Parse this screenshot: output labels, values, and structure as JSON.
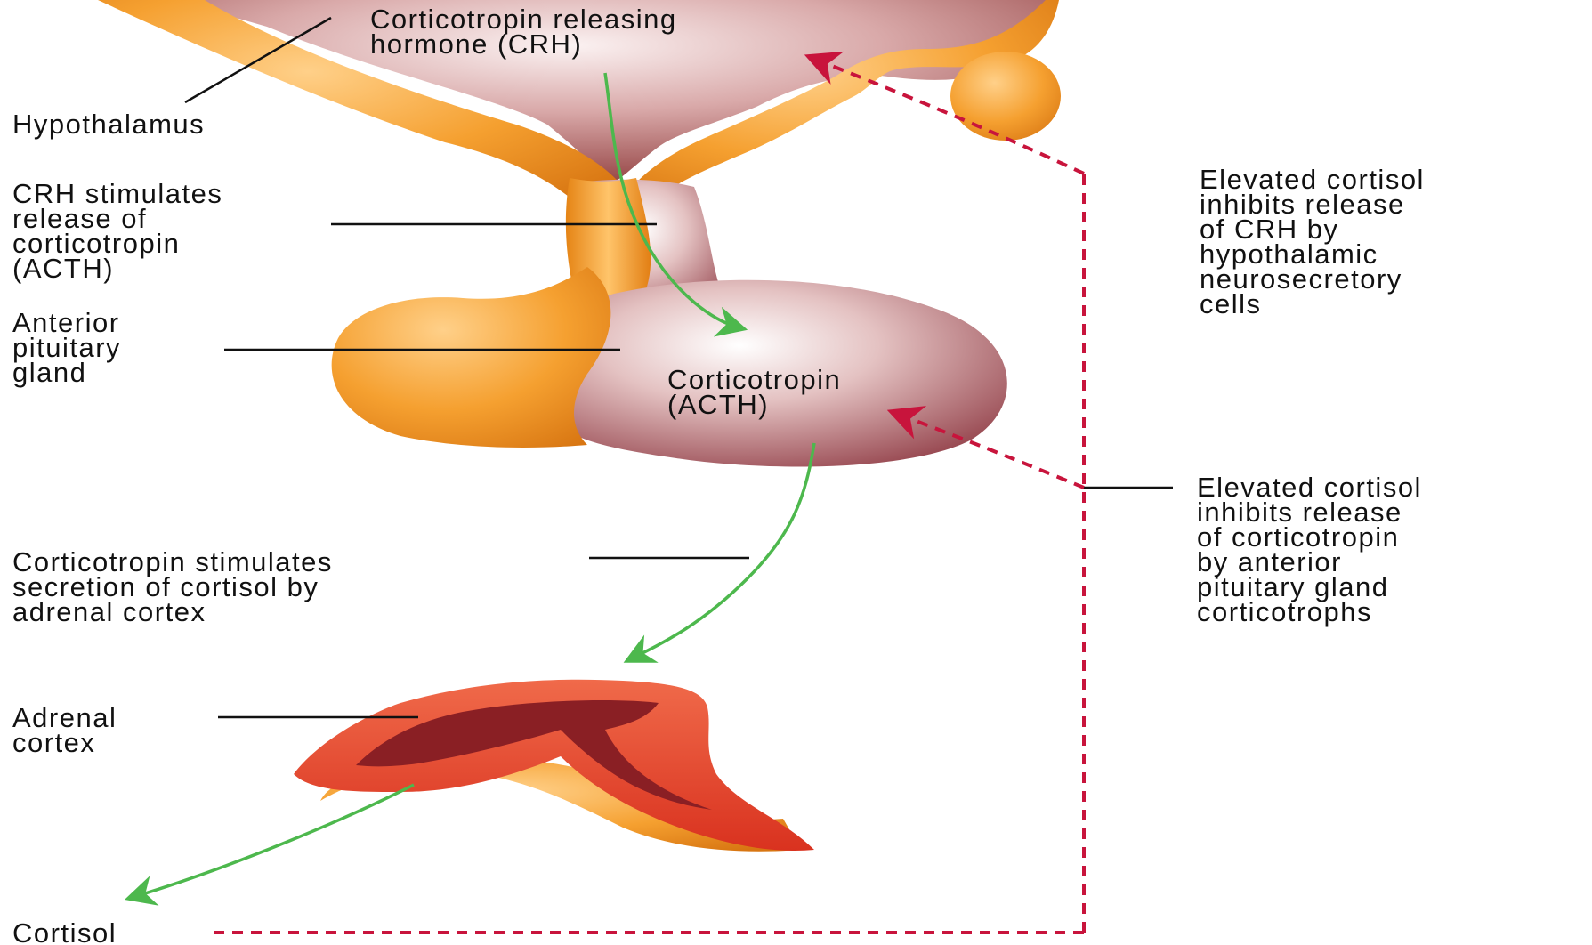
{
  "labels": {
    "crh": [
      "Corticotropin releasing",
      "hormone (CRH)"
    ],
    "hypothalamus": [
      "Hypothalamus"
    ],
    "crh_stimulates": [
      "CRH stimulates",
      "release of",
      "corticotropin",
      "(ACTH)"
    ],
    "anterior_pituitary": [
      "Anterior",
      "pituitary",
      "gland"
    ],
    "acth": [
      "Corticotropin",
      "(ACTH)"
    ],
    "acth_stimulates": [
      "Corticotropin stimulates",
      "secretion of cortisol by",
      "adrenal cortex"
    ],
    "adrenal_cortex": [
      "Adrenal",
      "cortex"
    ],
    "cortisol": [
      "Cortisol"
    ],
    "inhibit_crh": [
      "Elevated cortisol",
      "inhibits release",
      "of CRH by",
      "hypothalamic",
      "neurosecretory",
      "cells"
    ],
    "inhibit_acth": [
      "Elevated cortisol",
      "inhibits release",
      "of corticotropin",
      "by anterior",
      "pituitary gland",
      "corticotrophs"
    ]
  },
  "colors": {
    "stimulation_arrow": "#4db84d",
    "inhibition_arrow": "#c8143c",
    "hypothalamus": "#a15555",
    "nerve_tissue": "#f39a2b",
    "adrenal": "#e8432e",
    "leader_line": "#111111"
  }
}
